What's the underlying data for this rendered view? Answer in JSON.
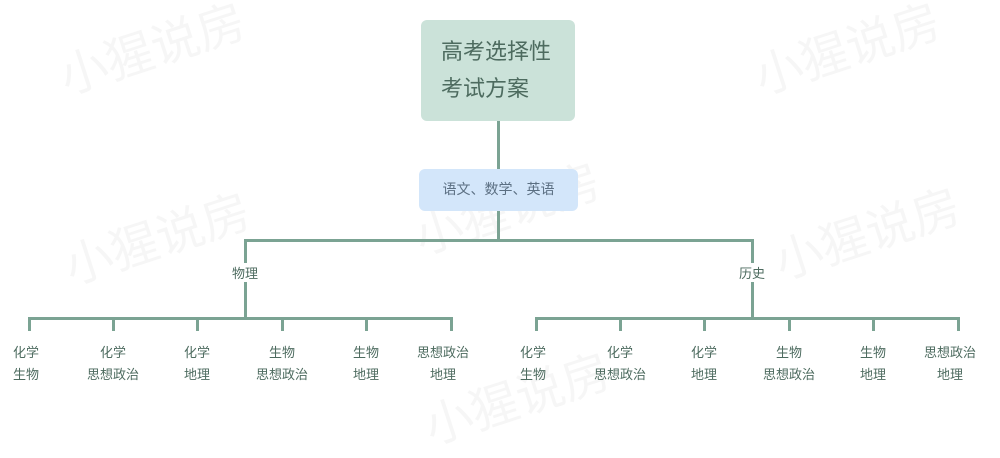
{
  "watermark": "小猩说房",
  "root": {
    "line1": "高考选择性",
    "line2": "考试方案"
  },
  "common": "语文、数学、英语",
  "branches": [
    {
      "label": "物理",
      "children": [
        [
          "化学",
          "生物"
        ],
        [
          "化学",
          "思想政治"
        ],
        [
          "化学",
          "地理"
        ],
        [
          "生物",
          "思想政治"
        ],
        [
          "生物",
          "地理"
        ],
        [
          "思想政治",
          "地理"
        ]
      ]
    },
    {
      "label": "历史",
      "children": [
        [
          "化学",
          "生物"
        ],
        [
          "化学",
          "思想政治"
        ],
        [
          "化学",
          "地理"
        ],
        [
          "生物",
          "思想政治"
        ],
        [
          "生物",
          "地理"
        ],
        [
          "思想政治",
          "地理"
        ]
      ]
    }
  ],
  "colors": {
    "root": "#cbe2d9",
    "common": "#d3e6fa",
    "line": "#7ba393",
    "text": "#4d6b5f"
  }
}
